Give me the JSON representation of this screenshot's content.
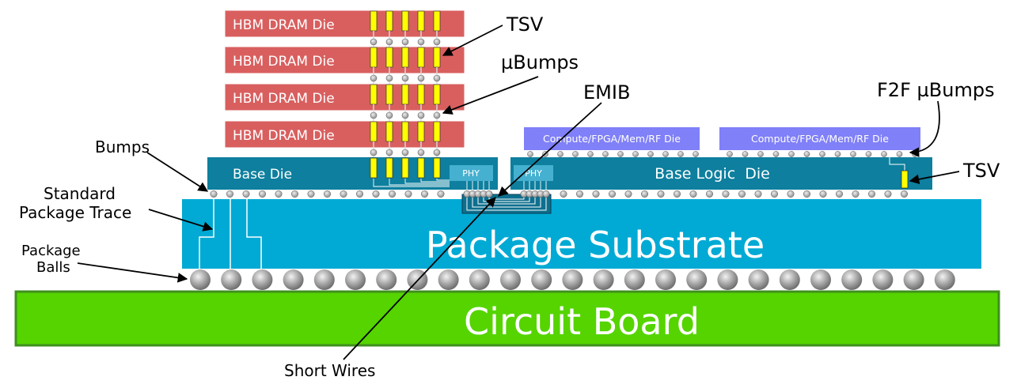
{
  "dies": {
    "hbm": [
      "HBM DRAM Die",
      "HBM DRAM Die",
      "HBM DRAM Die",
      "HBM DRAM Die"
    ],
    "base_die": "Base Die",
    "base_logic_die": "Base Logic  Die",
    "phy_left": "PHY",
    "phy_right": "PHY",
    "compute_left": "Compute/FPGA/Mem/RF Die",
    "compute_right": "Compute/FPGA/Mem/RF Die",
    "package_substrate": "Package Substrate",
    "circuit_board": "Circuit Board"
  },
  "labels": {
    "tsv_top": "TSV",
    "ubumps": "µBumps",
    "emib": "EMIB",
    "f2f_ubumps": "F2F µBumps",
    "tsv_right": "TSV",
    "bumps": "Bumps",
    "standard_trace_1": "Standard",
    "standard_trace_2": "Package Trace",
    "package_balls_1": "Package",
    "package_balls_2": "Balls",
    "short_wires": "Short Wires"
  },
  "colors": {
    "hbm": "#d95f5f",
    "base_die": "#0e7f9e",
    "substrate": "#00aad4",
    "board": "#55d400",
    "compute": "#8080f8",
    "phy": "#4fb8d8",
    "tsv": "#ffff00"
  }
}
